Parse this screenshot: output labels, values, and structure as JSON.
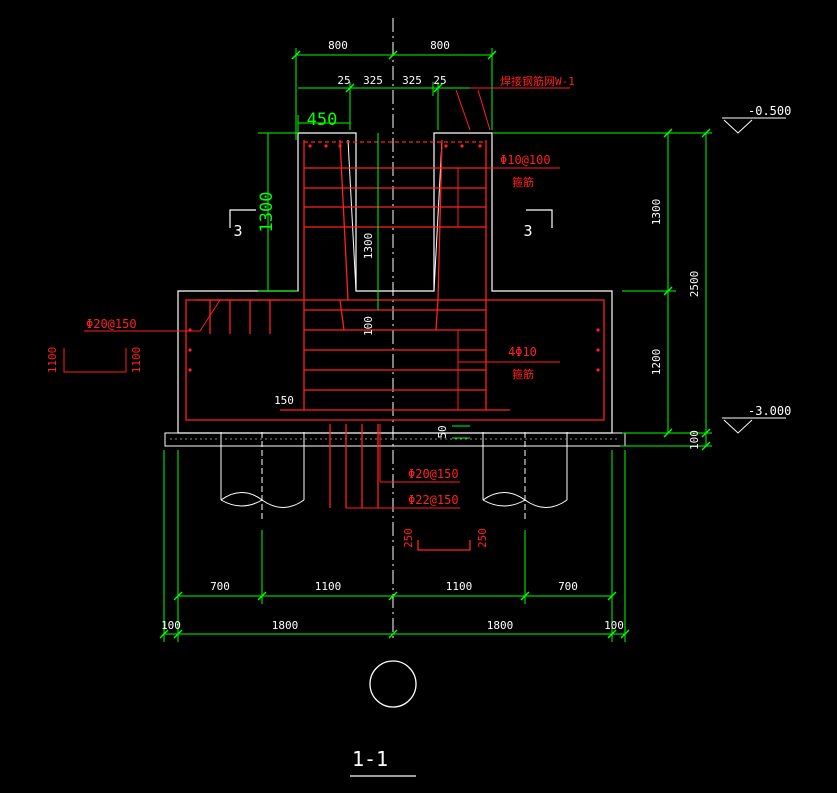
{
  "drawing": {
    "section_title": "1-1",
    "colors": {
      "background": "#000000",
      "dimension": "#00ff00",
      "outline": "#ffffff",
      "rebar": "#ff2020",
      "centerline": "#ffffff"
    }
  },
  "dimensions": {
    "top_left_width": "800",
    "top_right_width": "800",
    "cover_left": "25",
    "half_left": "325",
    "half_right": "325",
    "cover_right": "25",
    "wall_thickness": "450",
    "pedestal_height": "1300",
    "inner_depth": "1300",
    "inner_gap": "100",
    "right_upper": "1300",
    "right_lower": "1200",
    "right_total": "2500",
    "right_base": "100",
    "left_step": "150",
    "ledge_gap": "50",
    "left_label_a": "1100",
    "left_label_b": "1100",
    "bottom_250_a": "250",
    "bottom_250_b": "250",
    "row1": [
      "700",
      "1100",
      "1100",
      "700"
    ],
    "row2": [
      "100",
      "1800",
      "1800",
      "100"
    ]
  },
  "elevations": {
    "top": "-0.500",
    "bottom": "-3.000"
  },
  "rebar_labels": {
    "mesh": "焊接钢筋网W-1",
    "stirrup_spec": "Φ10@100",
    "stirrup_word": "箍筋",
    "side_bars": "Φ20@150",
    "longitudinal": "4Φ10",
    "longitudinal_word": "箍筋",
    "bottom_a": "Φ20@150",
    "bottom_b": "Φ22@150"
  },
  "section_marks": {
    "left": "3",
    "right": "3"
  }
}
